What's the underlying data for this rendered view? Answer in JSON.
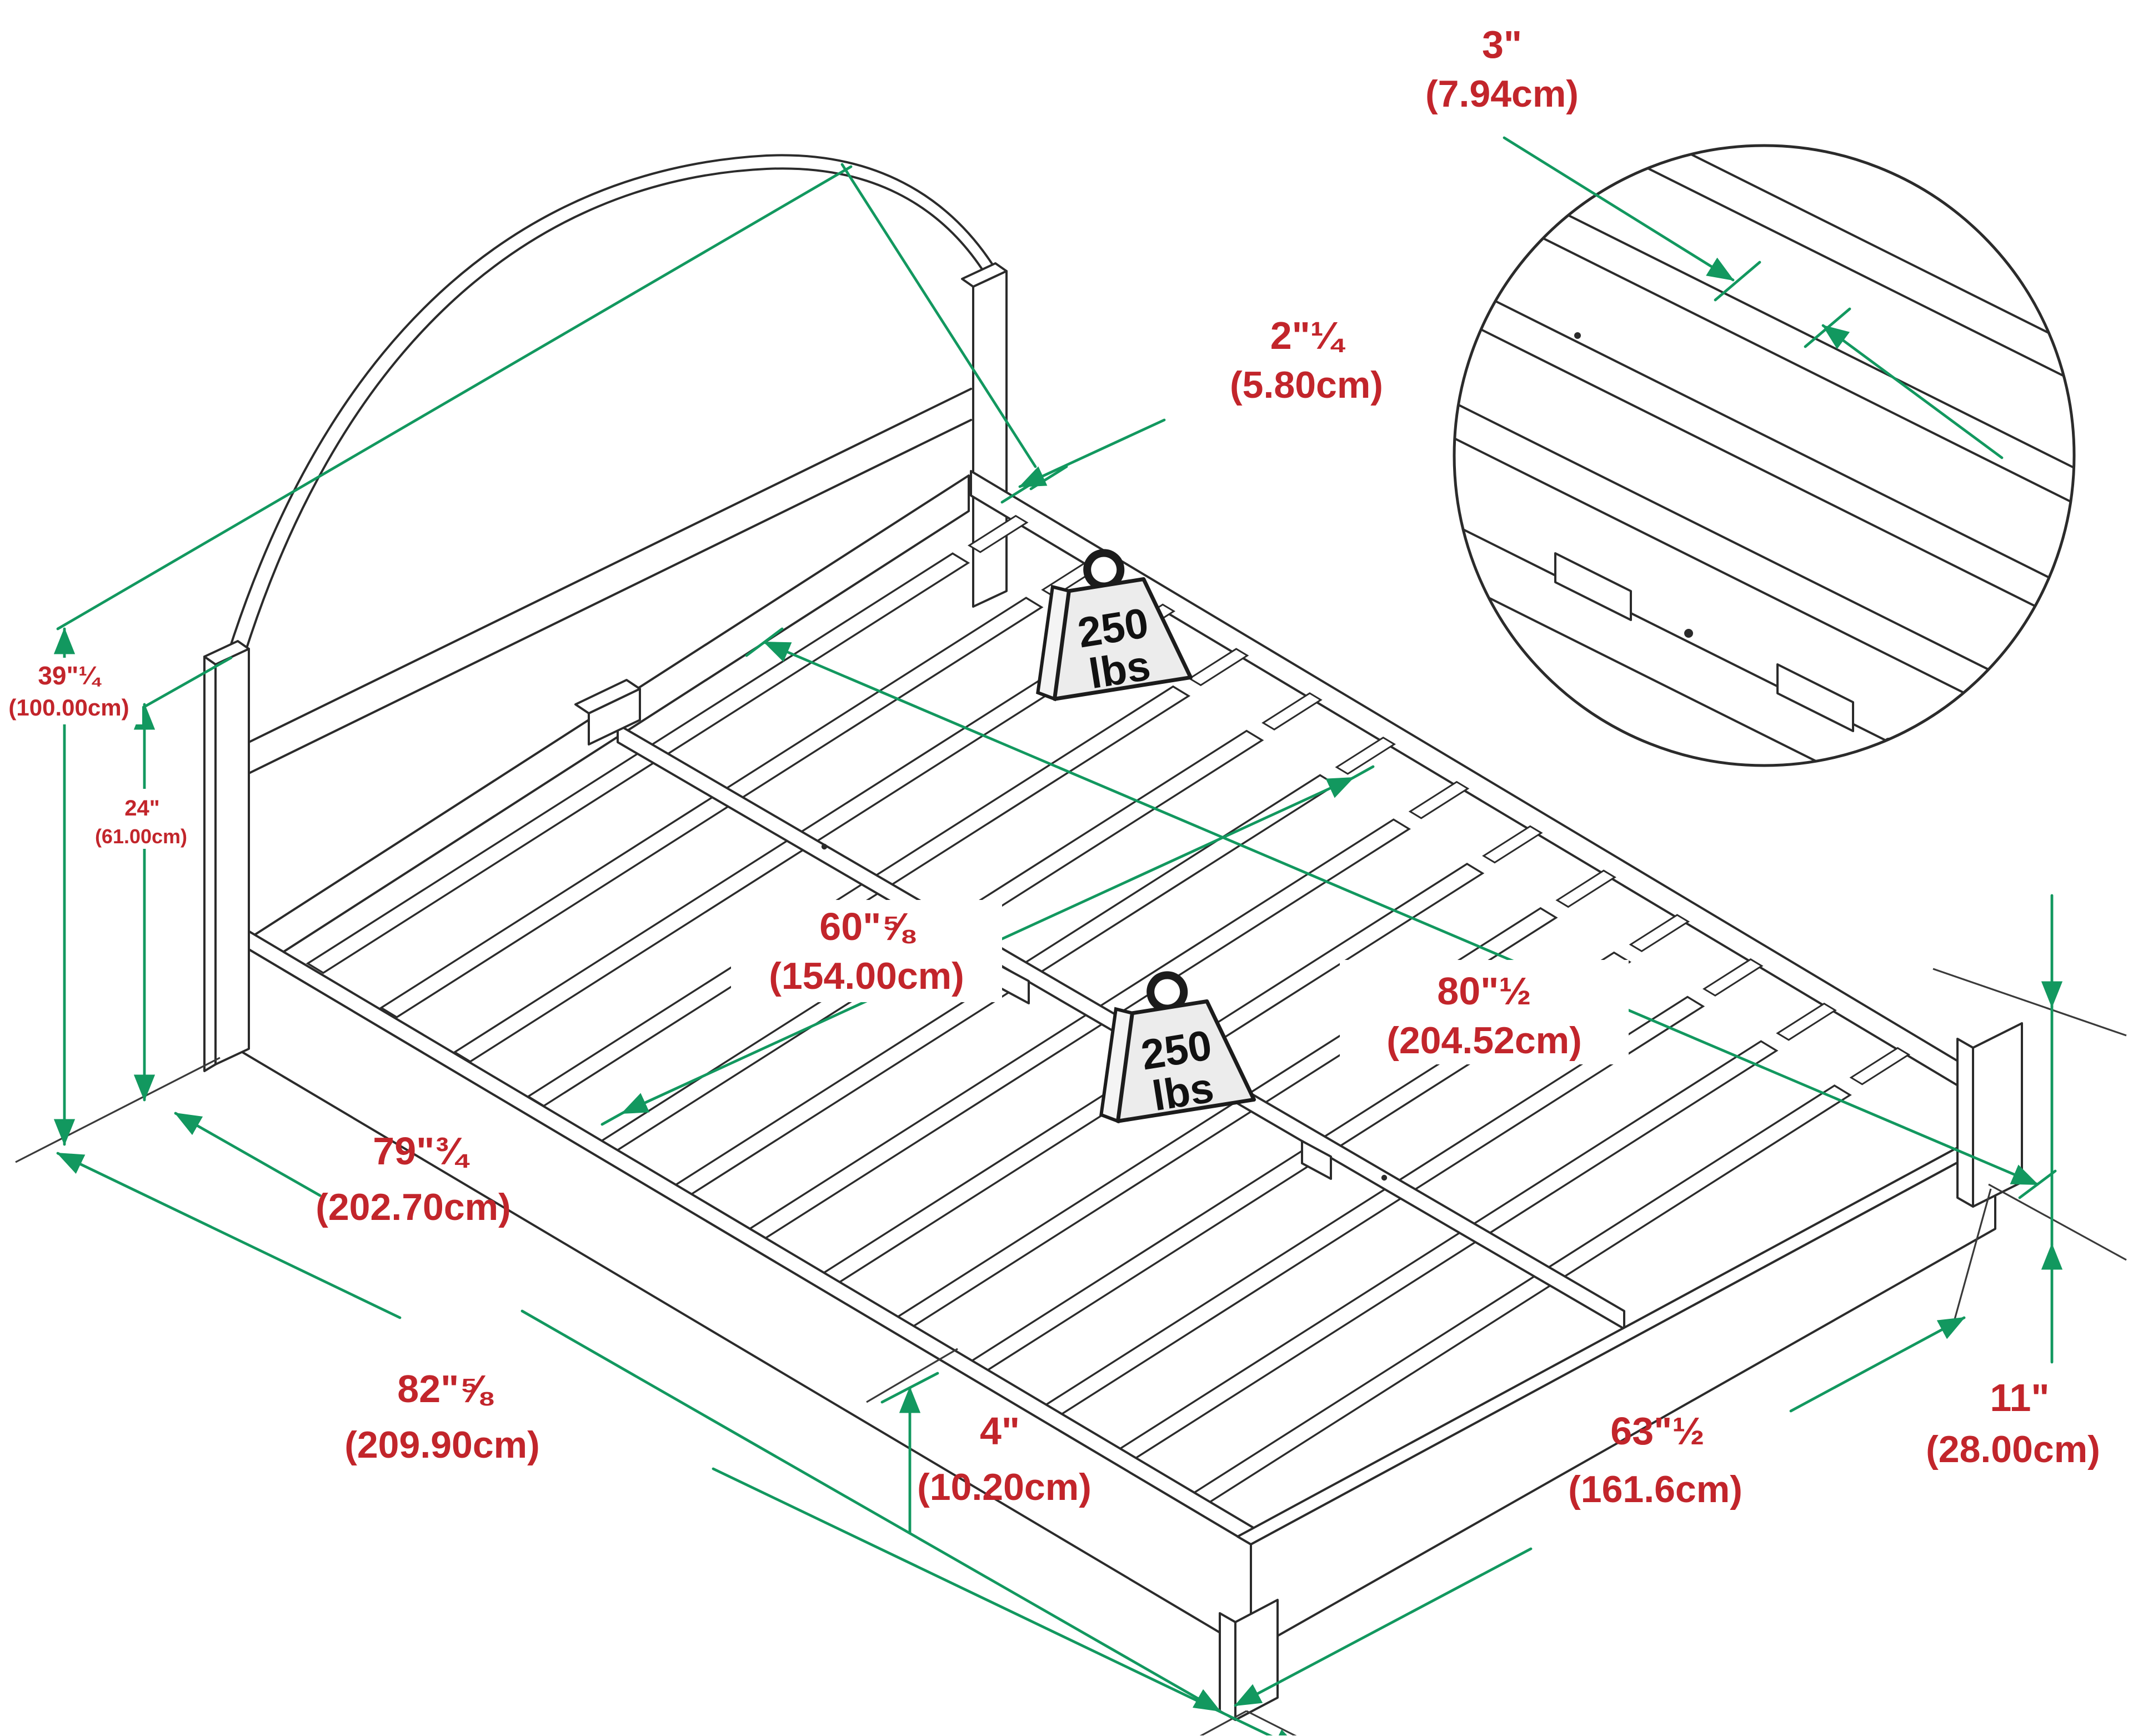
{
  "diagram": {
    "kind": "bed-frame-dimension-drawing",
    "colors": {
      "dimension_green": "#12985f",
      "label_red": "#c2252b",
      "line_black": "#2b2b2b"
    },
    "labels": {
      "slat_spacing": {
        "in": "3\"",
        "cm": "(7.94cm)"
      },
      "headboard_thickness": {
        "in": "2\"¼",
        "cm": "(5.80cm)"
      },
      "headboard_height": {
        "in": "39\"¼",
        "cm": "(100.00cm)"
      },
      "headboard_panel": {
        "in": "24\"",
        "cm": "(61.00cm)"
      },
      "slat_width": {
        "in": "60\"⅝",
        "cm": "(154.00cm)"
      },
      "inner_length": {
        "in": "80\"½",
        "cm": "(204.52cm)"
      },
      "frame_length": {
        "in": "79\"¾",
        "cm": "(202.70cm)"
      },
      "total_length": {
        "in": "82\"⅝",
        "cm": "(209.90cm)"
      },
      "rail_clearance": {
        "in": "4\"",
        "cm": "(10.20cm)"
      },
      "foot_width": {
        "in": "63\"½",
        "cm": "(161.6cm)"
      },
      "leg_height": {
        "in": "11\"",
        "cm": "(28.00cm)"
      }
    },
    "weights": {
      "capacity": "250",
      "unit": "lbs"
    }
  }
}
